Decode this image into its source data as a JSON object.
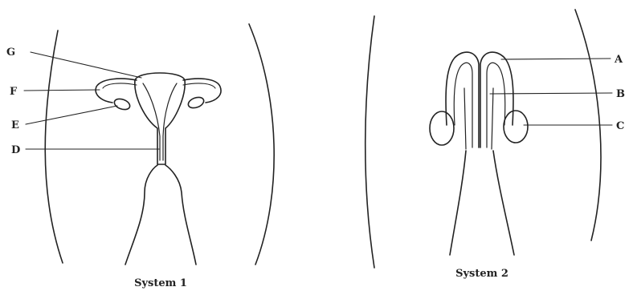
{
  "system1": {
    "caption": "System 1",
    "labels": {
      "G": "G",
      "F": "F",
      "E": "E",
      "D": "D"
    }
  },
  "system2": {
    "caption": "System 2",
    "labels": {
      "A": "A",
      "B": "B",
      "C": "C"
    }
  }
}
